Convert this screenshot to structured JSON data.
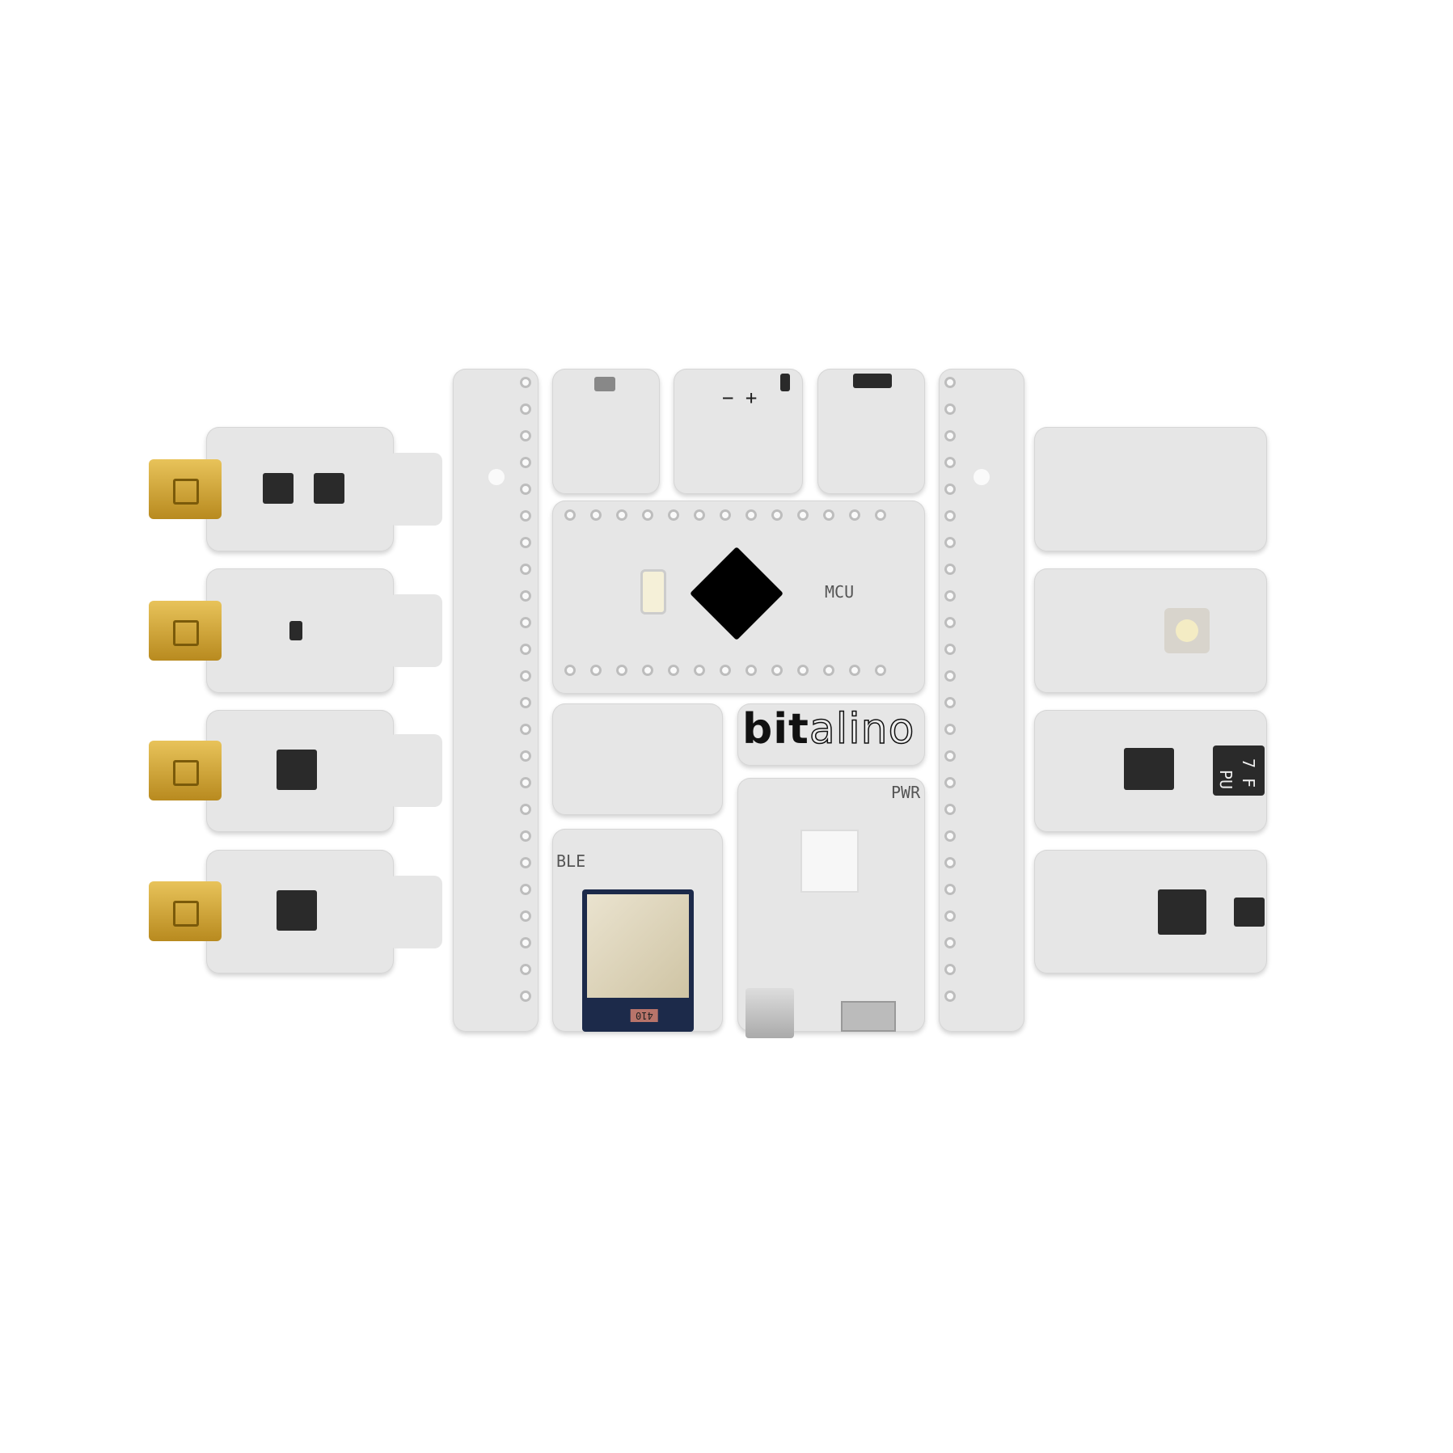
{
  "board": {
    "logo_text": "bitalino",
    "mcu_label": "MCU",
    "ble_label": "BLE",
    "pwr_label": "PWR",
    "module_marking": "7 F",
    "module_marking_2": "PU",
    "ble_chip_marking": "410",
    "polarity_minus": "−",
    "polarity_plus": "+"
  },
  "colors": {
    "pcb": "#e6e6e6",
    "chip": "#2a2a2a",
    "connector_gold": "#d4a93a",
    "ble_module": "#1c2a4a"
  }
}
